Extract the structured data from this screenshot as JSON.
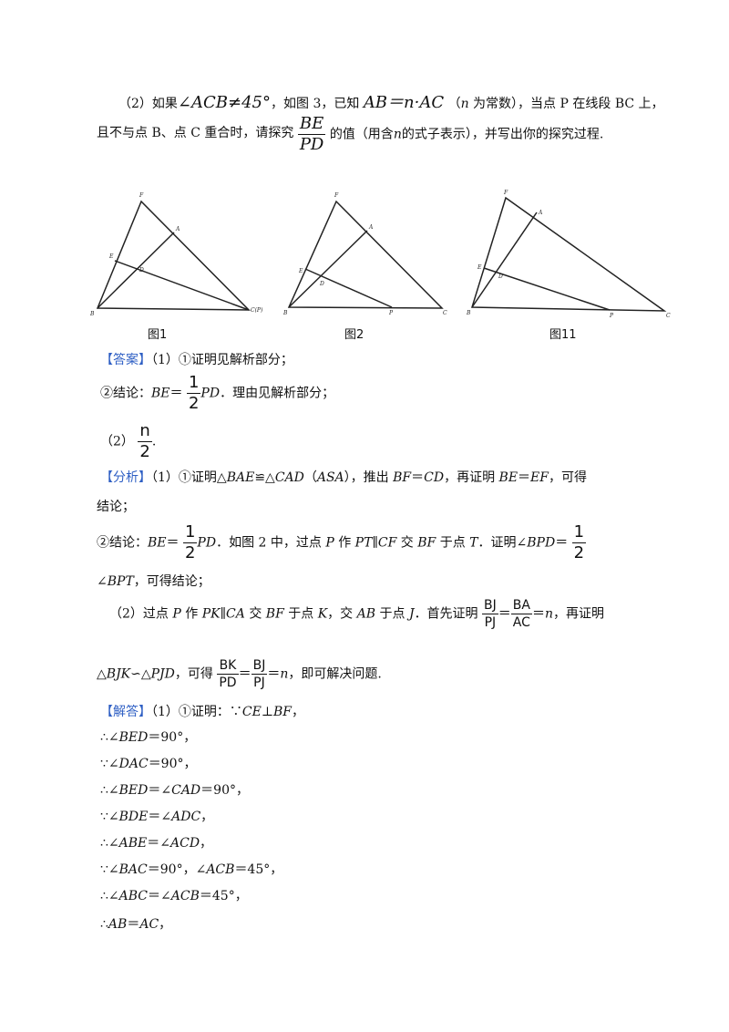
{
  "q2": {
    "line1": {
      "a": "（2）如果",
      "angle": "∠ACB≠45°",
      "b": "，如图 3，已知",
      "rel": "AB＝n·AC",
      "c": "（",
      "n": "n",
      "d": " 为常数），当点 P 在线段 BC 上，"
    },
    "line2": {
      "a": "且不与点 B、点 C 重合时，请探究",
      "frac_num": "BE",
      "frac_den": "PD",
      "b": "的值（用含",
      "n": "n",
      "c": "的式子表示），并写出你的探究过程."
    }
  },
  "figures": [
    {
      "caption": "图1",
      "labels": {
        "F": "F",
        "A": "A",
        "E": "E",
        "D": "D",
        "B": "B",
        "C": "C(P)"
      }
    },
    {
      "caption": "图2",
      "labels": {
        "F": "F",
        "A": "A",
        "E": "E",
        "D": "D",
        "B": "B",
        "P": "P",
        "C": "C"
      }
    },
    {
      "caption": "图11",
      "labels": {
        "F": "F",
        "A": "A",
        "E": "E",
        "D": "D",
        "B": "B",
        "P": "P",
        "C": "C"
      }
    }
  ],
  "answer": {
    "tag": "【答案】",
    "l1": "（1）①证明见解析部分；",
    "l2a": "②结论：",
    "l2b": "BE",
    "l2c": "＝",
    "l2_num": "1",
    "l2_den": "2",
    "l2d": "PD",
    "l2e": "．理由见解析部分；",
    "l3a": "（2）",
    "l3_num": "n",
    "l3_den": "2",
    "l3b": "."
  },
  "analysis": {
    "tag": "【分析】",
    "l1a": "（1）①证明△",
    "l1b": "BAE",
    "l1c": "≌△",
    "l1d": "CAD",
    "l1e": "（",
    "l1f": "ASA",
    "l1g": "），推出 ",
    "l1h": "BF",
    "l1i": "＝",
    "l1j": "CD",
    "l1k": "，再证明 ",
    "l1l": "BE",
    "l1m": "＝",
    "l1n": "EF",
    "l1o": "，可得",
    "l2": "结论；",
    "l3a": "②结论：",
    "l3b": "BE",
    "l3c": "＝",
    "l3_num": "1",
    "l3_den": "2",
    "l3d": "PD",
    "l3e": "．如图 2 中，过点 ",
    "l3f": "P",
    "l3g": " 作 ",
    "l3h": "PT",
    "l3i": "∥",
    "l3j": "CF",
    "l3k": " 交 ",
    "l3l": "BF",
    "l3m": " 于点 ",
    "l3n": "T",
    "l3o": "．证明∠",
    "l3p": "BPD",
    "l3q": "＝",
    "l3r_num": "1",
    "l3r_den": "2",
    "l4a": "∠",
    "l4b": "BPT",
    "l4c": "，可得结论；",
    "l5a": "（2）过点 ",
    "l5b": "P",
    "l5c": " 作 ",
    "l5d": "PK",
    "l5e": "∥",
    "l5f": "CA",
    "l5g": " 交 ",
    "l5h": "BF",
    "l5i": " 于点 ",
    "l5j": "K",
    "l5k": "，交 ",
    "l5l": "AB",
    "l5m": " 于点 ",
    "l5n": "J",
    "l5o": "．首先证明",
    "l5_f1_num": "BJ",
    "l5_f1_den": "PJ",
    "l5p": "＝",
    "l5_f2_num": "BA",
    "l5_f2_den": "AC",
    "l5q": "＝",
    "l5r": "n",
    "l5s": "，再证明",
    "l6a": "△",
    "l6b": "BJK",
    "l6c": "∽△",
    "l6d": "PJD",
    "l6e": "，可得",
    "l6_f1_num": "BK",
    "l6_f1_den": "PD",
    "l6f": "＝",
    "l6_f2_num": "BJ",
    "l6_f2_den": "PJ",
    "l6g": "＝",
    "l6h": "n",
    "l6i": "，即可解决问题."
  },
  "solution": {
    "tag": "【解答】",
    "head": "（1）①证明：∵",
    "head_expr": "CE⊥BF",
    "head_end": "，",
    "steps": [
      {
        "sym": "∴∠",
        "expr": "BED",
        "rest": "＝90°，"
      },
      {
        "sym": "∵∠",
        "expr": "DAC",
        "rest": "＝90°，"
      },
      {
        "sym": "∴∠",
        "expr": "BED",
        "rest": "＝∠",
        "expr2": "CAD",
        "rest2": "＝90°，"
      },
      {
        "sym": "∵∠",
        "expr": "BDE",
        "rest": "＝∠",
        "expr2": "ADC",
        "rest2": "，"
      },
      {
        "sym": "∴∠",
        "expr": "ABE",
        "rest": "＝∠",
        "expr2": "ACD",
        "rest2": "，"
      },
      {
        "sym": "∵∠",
        "expr": "BAC",
        "rest": "＝90°，∠",
        "expr2": "ACB",
        "rest2": "＝45°，"
      },
      {
        "sym": "∴∠",
        "expr": "ABC",
        "rest": "＝∠",
        "expr2": "ACB",
        "rest2": "＝45°，"
      },
      {
        "sym": "∴",
        "expr": "AB",
        "rest": "＝",
        "expr2": "AC",
        "rest2": "，"
      }
    ]
  }
}
